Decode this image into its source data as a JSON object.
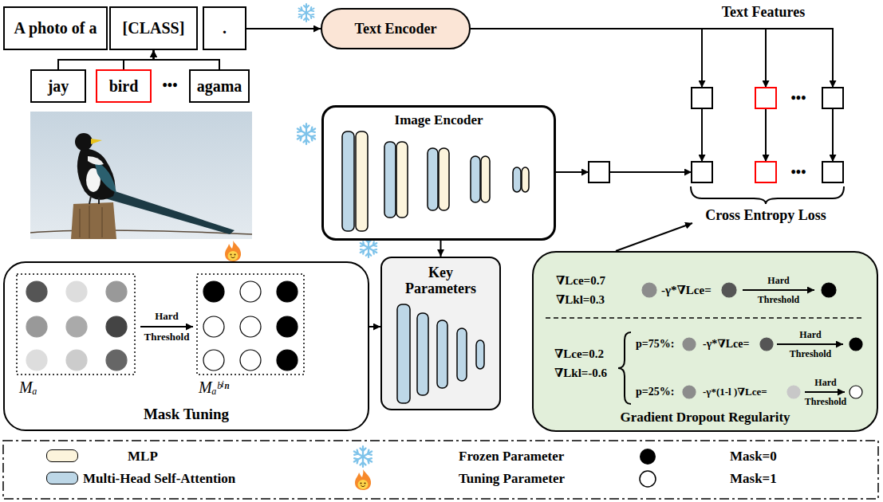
{
  "diagram": {
    "nodes": [
      {
        "text": [
          "A photo of a"
        ]
      },
      {
        "text": [
          "[CLASS]"
        ]
      },
      {
        "text": [
          "."
        ]
      },
      {
        "text": [
          "Text Encoder"
        ]
      },
      {
        "text": [
          "jay"
        ]
      },
      {
        "text": [
          "bird"
        ]
      },
      {
        "text": [
          "agama"
        ]
      },
      {
        "text": [
          "Image Encoder"
        ]
      },
      {
        "text": [
          "Key Parameters"
        ]
      },
      {
        "text": [
          "Hard Threshold",
          "Mₐ",
          "Mₐᵇⁱⁿ",
          "Mask Tuning"
        ]
      },
      {
        "text": [
          "∇Lce=0.7",
          "∇Lkl=0.3",
          "-γ*∇Lce=",
          "Hard Threshold",
          "∇Lce=0.2",
          "∇Lkl=-0.6",
          "p=75%:",
          "-γ*∇Lce=",
          "Hard Threshold",
          "p=25%:",
          "-γ*(1-l )∇Lce=",
          "Hard Threshold",
          "Gradient Dropout Regularity"
        ]
      }
    ],
    "edges": [
      {
        "from": 2,
        "to": 3,
        "arrow": "to"
      },
      {
        "from": 4,
        "to": 1,
        "arrow": "to"
      },
      {
        "from": 5,
        "to": 1,
        "arrow": "to"
      },
      {
        "from": 6,
        "to": 1,
        "arrow": "to"
      },
      {
        "from": 7,
        "to": 8,
        "arrow": "to"
      },
      {
        "from": 9,
        "to": 8,
        "arrow": "to"
      }
    ],
    "labels": [
      "Text Features",
      "•••",
      "•••",
      "•••",
      "Cross Entropy Loss"
    ],
    "legend": [
      {
        "text": "MLP",
        "color": "#fcf4dc"
      },
      {
        "text": "Multi-Head Self-Attention",
        "color": "#bdd7e7"
      },
      {
        "text": "Frozen Parameter"
      },
      {
        "text": "Tuning Parameter"
      },
      {
        "text": "Mask=0"
      },
      {
        "text": "Mask=1"
      }
    ]
  }
}
